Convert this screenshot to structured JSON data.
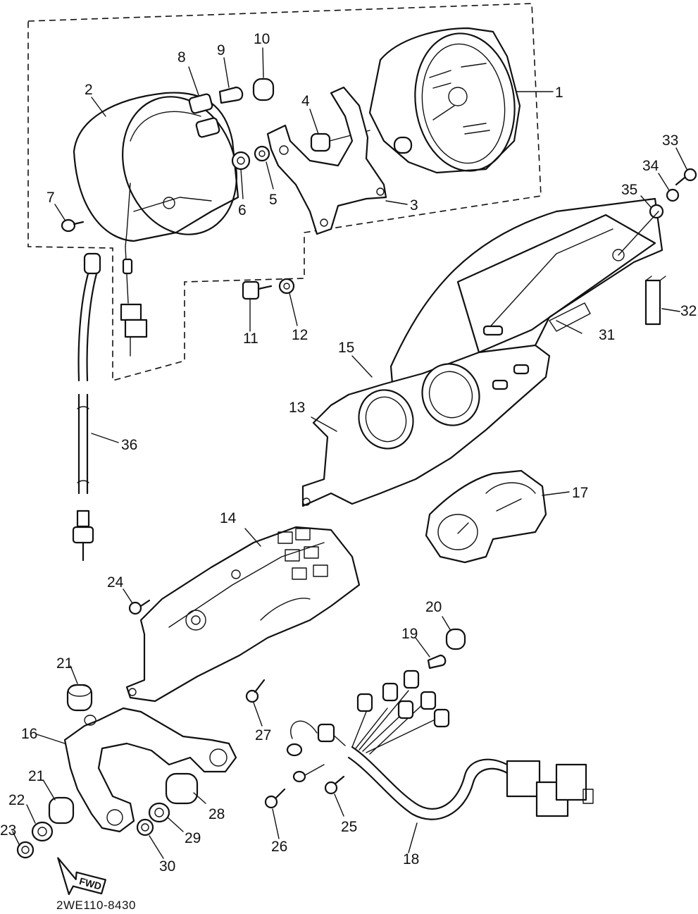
{
  "diagram": {
    "code": "2WE110-8430",
    "fwd_label": "FWD",
    "callouts": {
      "c1": "1",
      "c2": "2",
      "c3": "3",
      "c4": "4",
      "c5": "5",
      "c6": "6",
      "c7": "7",
      "c8": "8",
      "c9": "9",
      "c10": "10",
      "c11": "11",
      "c12": "12",
      "c13": "13",
      "c14": "14",
      "c15": "15",
      "c16": "16",
      "c17": "17",
      "c18": "18",
      "c19": "19",
      "c20": "20",
      "c21a": "21",
      "c21b": "21",
      "c22": "22",
      "c23": "23",
      "c24": "24",
      "c25": "25",
      "c26": "26",
      "c27": "27",
      "c28": "28",
      "c29": "29",
      "c30": "30",
      "c31": "31",
      "c32": "32",
      "c33": "33",
      "c34": "34",
      "c35": "35",
      "c36": "36"
    }
  }
}
